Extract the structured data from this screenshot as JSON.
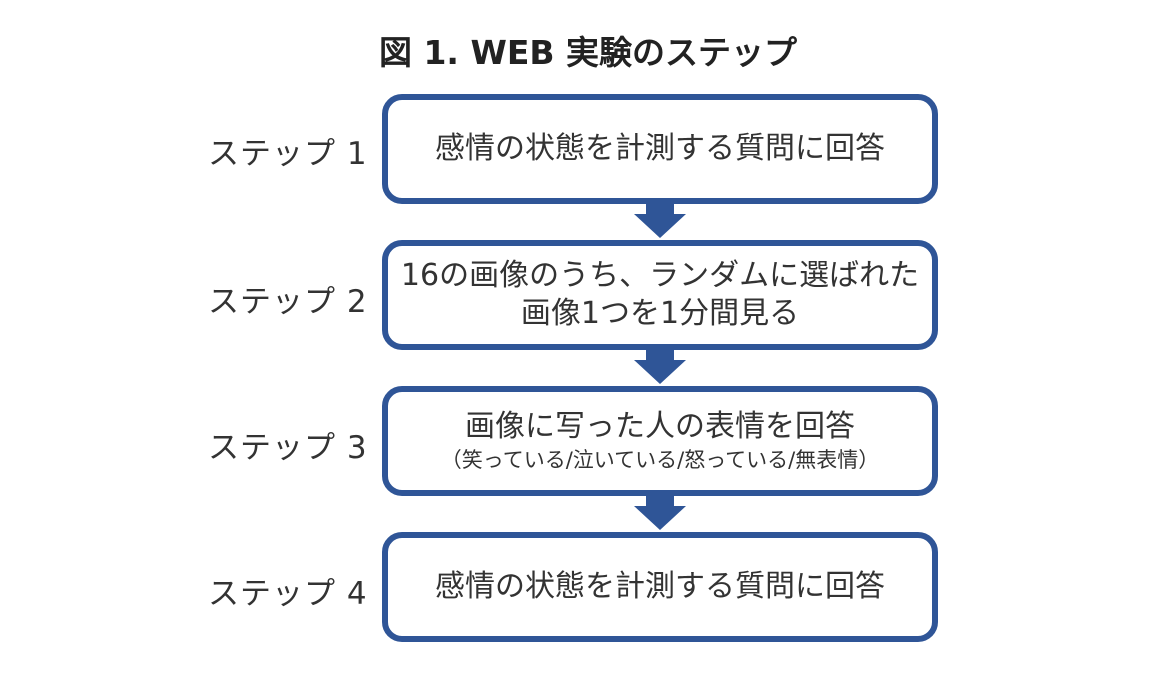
{
  "title": "図 1. WEB 実験のステップ",
  "colors": {
    "border": "#2f5597",
    "arrow": "#2f5597",
    "text": "#333333"
  },
  "steps": [
    {
      "label": "ステップ 1",
      "lines": [
        "感情の状態を計測する質問に回答"
      ],
      "sub": ""
    },
    {
      "label": "ステップ 2",
      "lines": [
        "16の画像のうち、ランダムに選ばれた",
        "画像1つを1分間見る"
      ],
      "sub": ""
    },
    {
      "label": "ステップ 3",
      "lines": [
        "画像に写った人の表情を回答"
      ],
      "sub": "（笑っている/泣いている/怒っている/無表情）"
    },
    {
      "label": "ステップ 4",
      "lines": [
        "感情の状態を計測する質問に回答"
      ],
      "sub": ""
    }
  ]
}
